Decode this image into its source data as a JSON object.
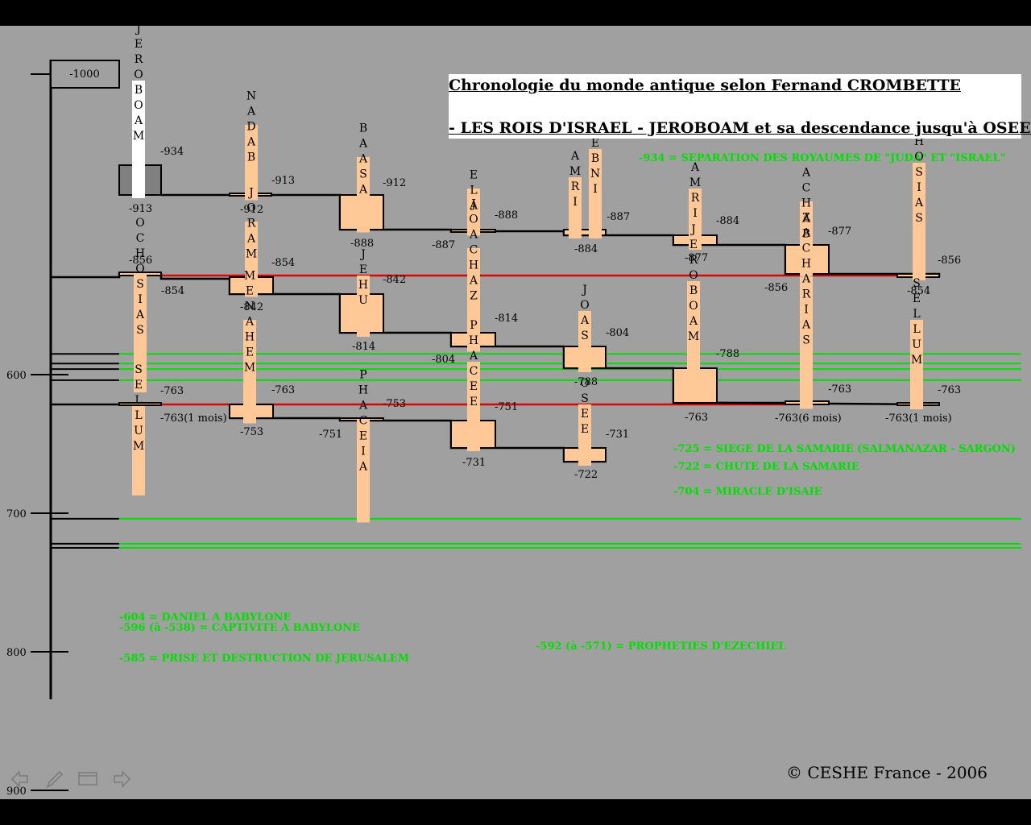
{
  "title": {
    "line1": "Chronologie du monde antique selon Fernand CROMBETTE",
    "line2": "- LES ROIS D'ISRAEL - JEROBOAM et sa descendance jusqu'à OSEE -"
  },
  "axis": {
    "start_label": "-1000",
    "ticks": [
      "900",
      "800",
      "700",
      "600"
    ]
  },
  "events": [
    {
      "text": "-934 = SEPARATION DES ROYAUMES DE \"JUDA\" ET \"ISRAEL\"",
      "year": -934
    },
    {
      "text": "-725 = SIEGE DE LA SAMARIE (SALMANAZAR - SARGON)",
      "year": -725
    },
    {
      "text": "-722 = CHUTE DE LA SAMARIE",
      "year": -722
    },
    {
      "text": "-704 = MIRACLE D'ISAIE",
      "year": -704
    },
    {
      "text": "-604 = DANIEL A BABYLONE",
      "year": -604
    },
    {
      "text": "-596 (à -538) = CAPTIVITE A BABYLONE",
      "year": -596
    },
    {
      "text": "-592 (à -571) = PROPHETIES D'EZECHIEL",
      "year": -592
    },
    {
      "text": "-585 = PRISE ET DESTRUCTION DE JERUSALEM",
      "year": -585
    }
  ],
  "kings": [
    {
      "name": "JEROBOAM",
      "start": "-934",
      "end": "-913"
    },
    {
      "name": "NADAB",
      "start": "-913",
      "end": "-912"
    },
    {
      "name": "BAASA",
      "start": "-912",
      "end": "-888"
    },
    {
      "name": "ELA",
      "start": "-888",
      "end": "-887"
    },
    {
      "name": "AMRI",
      "start": "",
      "end": "-884"
    },
    {
      "name": "THEBNI",
      "start": "-887",
      "end": ""
    },
    {
      "name": "AMRI",
      "start": "-884",
      "end": "-877"
    },
    {
      "name": "ACHAB",
      "start": "-877",
      "end": "-856"
    },
    {
      "name": "OCHOSIAS",
      "start": "-856",
      "end": "-854"
    },
    {
      "name": "OCHOSIAS",
      "start": "-856",
      "end": "-854"
    },
    {
      "name": "JORAM",
      "start": "-854",
      "end": "-842"
    },
    {
      "name": "JEHU",
      "start": "-842",
      "end": "-814"
    },
    {
      "name": "JOACHAZ",
      "start": "-814",
      "end": "-804"
    },
    {
      "name": "JOAS",
      "start": "-804",
      "end": "-788"
    },
    {
      "name": "JEROBOAM",
      "start": "-788",
      "end": "-763"
    },
    {
      "name": "ZACHARIAS",
      "start": "-763",
      "end": "-763(6 mois)"
    },
    {
      "name": "SELLUM",
      "start": "-763",
      "end": "-763(1 mois)"
    },
    {
      "name": "SELLUM",
      "start": "-763",
      "end": "-763(1 mois)"
    },
    {
      "name": "MENAHEM",
      "start": "-763",
      "end": "-753"
    },
    {
      "name": "PHACEIA",
      "start": "-753",
      "end": "-751"
    },
    {
      "name": "PHACEE",
      "start": "-751",
      "end": "-731"
    },
    {
      "name": "OSEE",
      "start": "-731",
      "end": "-722"
    }
  ],
  "copyright": "© CESHE  France - 2006",
  "nav_icons": [
    "back-arrow-icon",
    "pen-icon",
    "slide-menu-icon",
    "forward-arrow-icon"
  ],
  "colors": {
    "background": "#a0a0a0",
    "king_fill": "#ffc896",
    "event_line": "#00e000",
    "contemporary_line": "#e00000",
    "first_king_fill": "#808080"
  }
}
